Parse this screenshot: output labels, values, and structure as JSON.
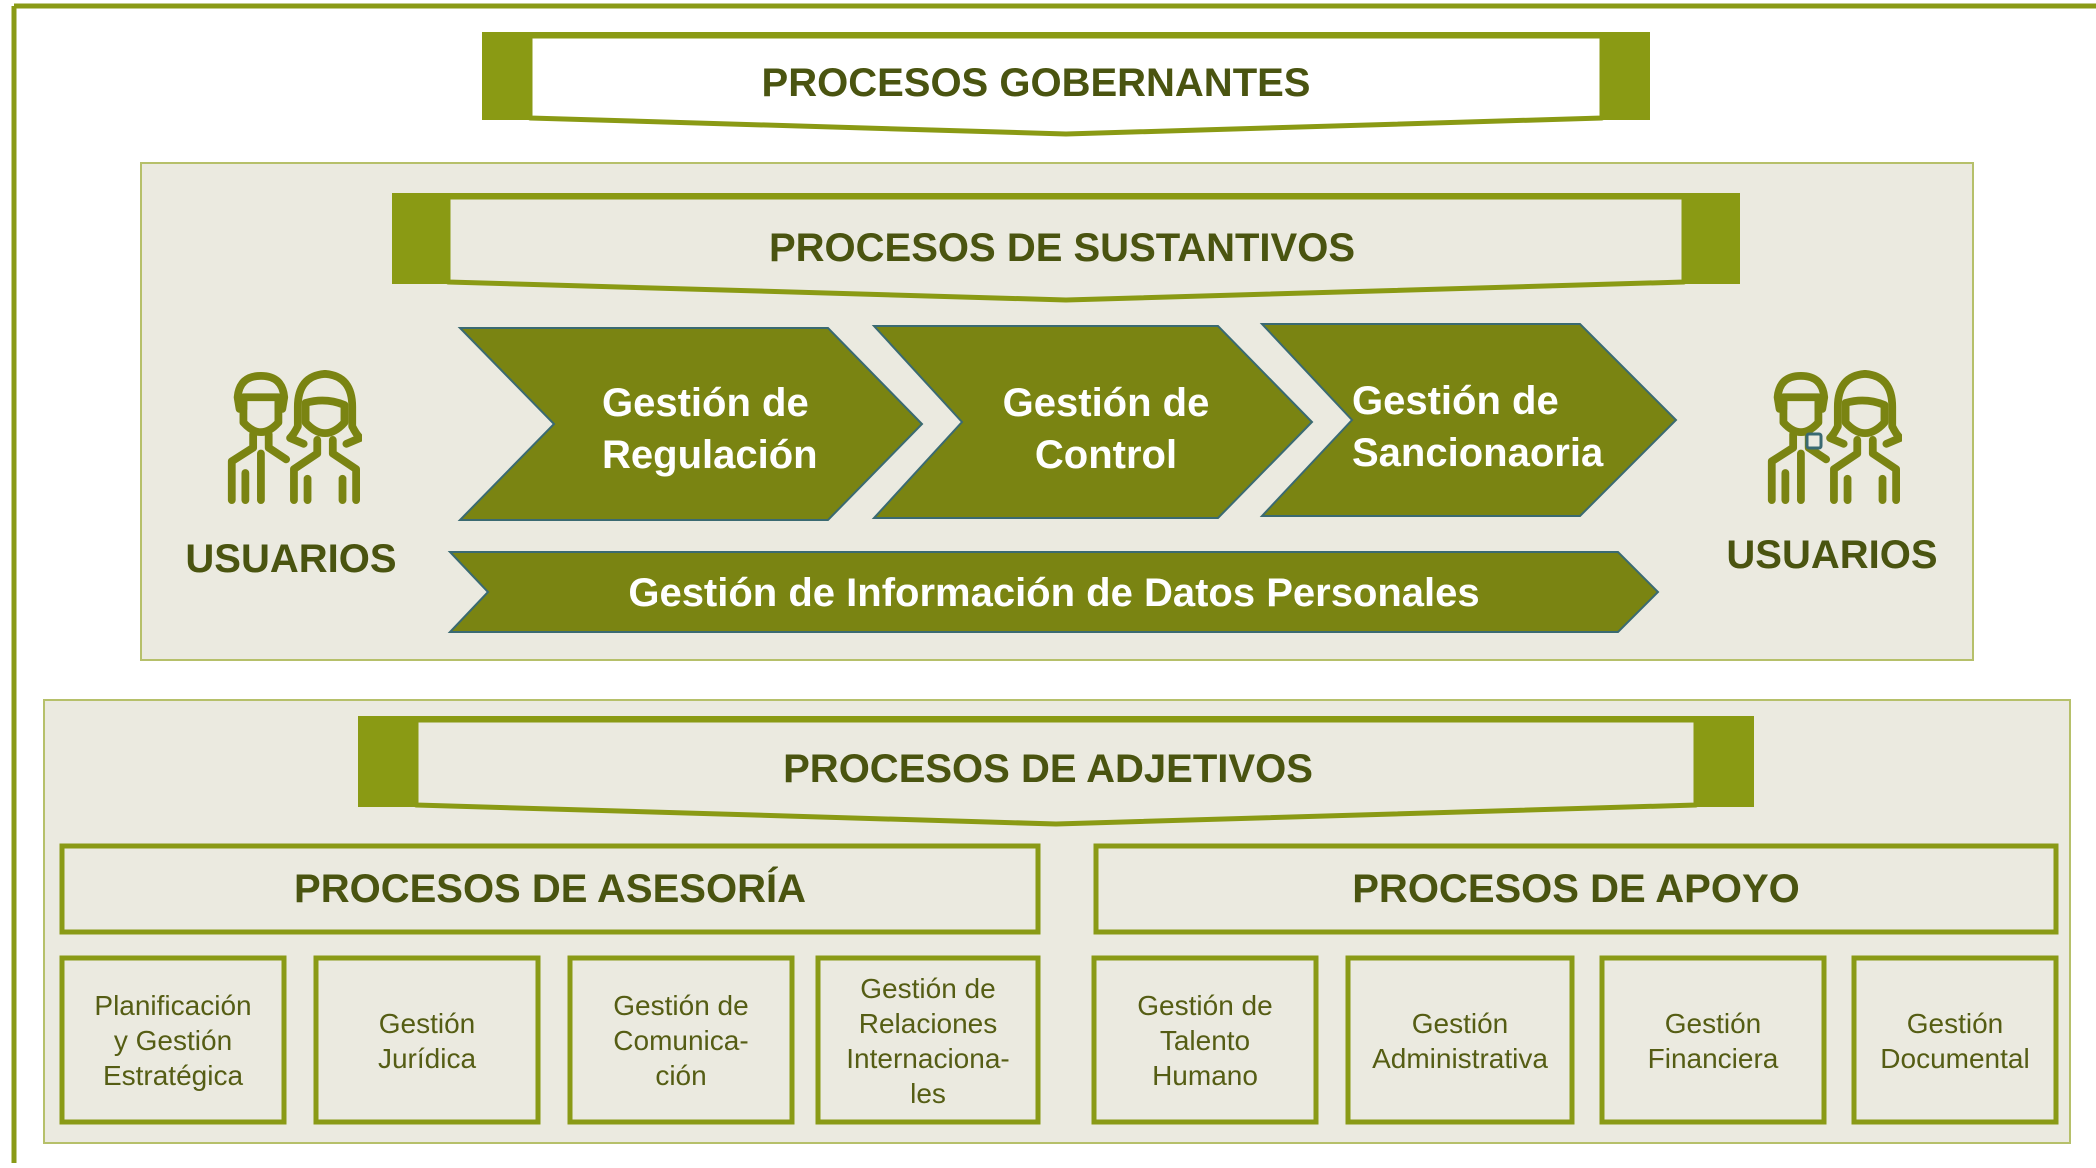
{
  "colors": {
    "frame": "#8a9a16",
    "banner_accent": "#8a9a14",
    "panel_bg": "#ebeae0",
    "panel_border": "#b6c06a",
    "chevron_fill": "#7a8412",
    "chevron_border": "#3a6a72",
    "dark_text": "#4a5410",
    "box_text": "#555d14",
    "white": "#ffffff"
  },
  "governing": {
    "title": "PROCESOS GOBERNANTES"
  },
  "substantive": {
    "title": "PROCESOS DE SUSTANTIVOS",
    "users_left": {
      "label": "USUARIOS",
      "icon": "users-icon"
    },
    "users_right": {
      "label": "USUARIOS",
      "icon": "users-icon"
    },
    "chevrons": [
      {
        "line1": "Gestión de",
        "line2": "Regulación"
      },
      {
        "line1": "Gestión de",
        "line2": "Control"
      },
      {
        "line1": "Gestión de",
        "line2": "Sancionaoria"
      }
    ],
    "bottom_arrow": "Gestión de Información de Datos Personales"
  },
  "adjective": {
    "title": "PROCESOS DE ADJETIVOS",
    "advisory": {
      "title": "PROCESOS DE ASESORÍA",
      "boxes": [
        [
          "Planificación",
          "y Gestión",
          "Estratégica"
        ],
        [
          "Gestión",
          "Jurídica"
        ],
        [
          "Gestión de",
          "Comunica-",
          "ción"
        ],
        [
          "Gestión de",
          "Relaciones",
          "Internaciona-",
          "les"
        ]
      ]
    },
    "support": {
      "title": "PROCESOS DE APOYO",
      "boxes": [
        [
          "Gestión de",
          "Talento",
          "Humano"
        ],
        [
          "Gestión",
          "Administrativa"
        ],
        [
          "Gestión",
          "Financiera"
        ],
        [
          "Gestión",
          "Documental"
        ]
      ]
    }
  }
}
